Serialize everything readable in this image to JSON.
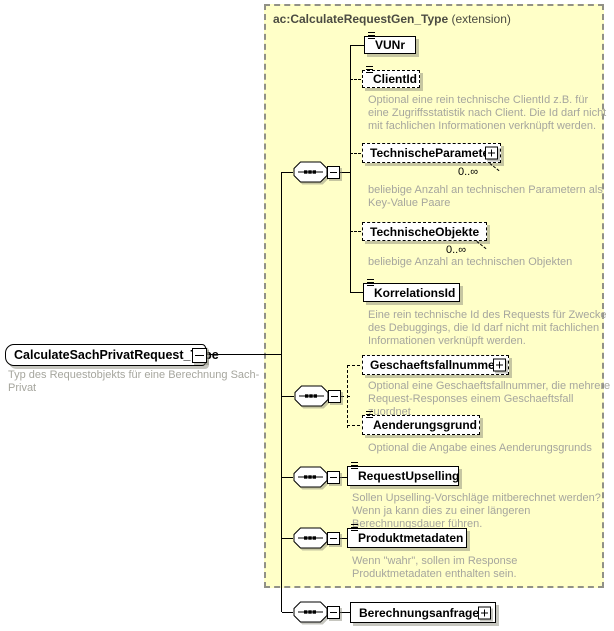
{
  "colors": {
    "extension_background": "#FFFFC8",
    "extension_border": "#919187",
    "description_text": "#A6A69E",
    "header_text": "#4B4B42",
    "box_border": "#000000",
    "box_background": "#FFFFFF"
  },
  "icons": {
    "sequence": "sequence-compositor-icon",
    "collapse": "minus-icon",
    "expand": "plus-icon",
    "text_content": "text-lines-icon"
  },
  "root": {
    "label": "CalculateSachPrivatRequest_Type",
    "description": "Typ des Requestobjekts für eine Berechnung Sach-Privat"
  },
  "extension_frame": {
    "title": "ac:CalculateRequestGen_Type",
    "suffix": "(extension)"
  },
  "elements": [
    {
      "label": "VUNr"
    },
    {
      "label": "ClientId",
      "description": "Optional eine rein technische ClientId z.B. für eine Zugriffsstatistik nach Client. Die Id darf nicht mit fachlichen Informationen verknüpft werden."
    },
    {
      "label": "TechnischeParameter",
      "occurs": "0..∞",
      "description": "beliebige Anzahl an technischen Parametern als Key-Value Paare"
    },
    {
      "label": "TechnischeObjekte",
      "occurs": "0..∞",
      "description": "beliebige Anzahl an technischen Objekten"
    },
    {
      "label": "KorrelationsId",
      "description": "Eine rein technische Id des Requests für Zwecke des Debuggings, die Id darf nicht mit fachlichen Informationen verknüpft werden."
    },
    {
      "label": "Geschaeftsfallnummer",
      "description": "Optional eine Geschaeftsfallnummer, die mehrere Request-Responses einem Geschaeftsfall zuordnet"
    },
    {
      "label": "Aenderungsgrund",
      "description": "Optional die Angabe eines Aenderungsgrunds"
    },
    {
      "label": "RequestUpselling",
      "description": "Sollen Upselling-Vorschläge mitberechnet werden? Wenn ja kann dies zu einer längeren Berechnungsdauer führen."
    },
    {
      "label": "Produktmetadaten",
      "description": "Wenn \"wahr\", sollen im Response Produktmetadaten enthalten sein."
    },
    {
      "label": "Berechnungsanfrage"
    }
  ]
}
